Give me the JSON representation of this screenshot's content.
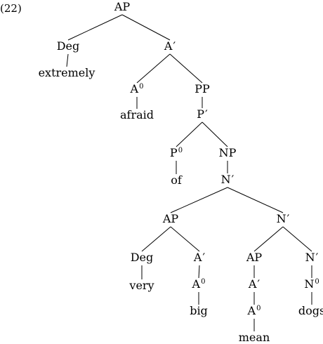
{
  "example_number": "(22)",
  "tree": {
    "nodes": [
      {
        "id": "ap_root",
        "cat": "AP"
      },
      {
        "id": "deg1",
        "cat": "Deg"
      },
      {
        "id": "extremely",
        "word": "extremely"
      },
      {
        "id": "abar1",
        "cat": "A",
        "bar": "′"
      },
      {
        "id": "a0_1",
        "cat": "A",
        "sup": "0"
      },
      {
        "id": "afraid",
        "word": "afraid"
      },
      {
        "id": "pp",
        "cat": "PP"
      },
      {
        "id": "pbar",
        "cat": "P",
        "bar": "′"
      },
      {
        "id": "p0",
        "cat": "P",
        "sup": "0"
      },
      {
        "id": "of",
        "word": "of"
      },
      {
        "id": "np",
        "cat": "NP"
      },
      {
        "id": "nbar1",
        "cat": "N",
        "bar": "′"
      },
      {
        "id": "ap2",
        "cat": "AP"
      },
      {
        "id": "nbar2",
        "cat": "N",
        "bar": "′"
      },
      {
        "id": "deg2",
        "cat": "Deg"
      },
      {
        "id": "very",
        "word": "very"
      },
      {
        "id": "abar2",
        "cat": "A",
        "bar": "′"
      },
      {
        "id": "a0_2",
        "cat": "A",
        "sup": "0"
      },
      {
        "id": "big",
        "word": "big"
      },
      {
        "id": "ap3",
        "cat": "AP"
      },
      {
        "id": "abar3",
        "cat": "A",
        "bar": "′"
      },
      {
        "id": "a0_3",
        "cat": "A",
        "sup": "0"
      },
      {
        "id": "mean",
        "word": "mean"
      },
      {
        "id": "nbar3",
        "cat": "N",
        "bar": "′"
      },
      {
        "id": "n0",
        "cat": "N",
        "sup": "0"
      },
      {
        "id": "dogs",
        "word": "dogs"
      }
    ],
    "edges": [
      [
        "ap_root",
        "deg1"
      ],
      [
        "ap_root",
        "abar1"
      ],
      [
        "deg1",
        "extremely"
      ],
      [
        "abar1",
        "a0_1"
      ],
      [
        "abar1",
        "pp"
      ],
      [
        "a0_1",
        "afraid"
      ],
      [
        "pp",
        "pbar"
      ],
      [
        "pbar",
        "p0"
      ],
      [
        "pbar",
        "np"
      ],
      [
        "p0",
        "of"
      ],
      [
        "np",
        "nbar1"
      ],
      [
        "nbar1",
        "ap2"
      ],
      [
        "nbar1",
        "nbar2"
      ],
      [
        "ap2",
        "deg2"
      ],
      [
        "ap2",
        "abar2"
      ],
      [
        "deg2",
        "very"
      ],
      [
        "abar2",
        "a0_2"
      ],
      [
        "a0_2",
        "big"
      ],
      [
        "nbar2",
        "ap3"
      ],
      [
        "nbar2",
        "nbar3"
      ],
      [
        "ap3",
        "abar3"
      ],
      [
        "abar3",
        "a0_3"
      ],
      [
        "a0_3",
        "mean"
      ],
      [
        "nbar3",
        "n0"
      ],
      [
        "n0",
        "dogs"
      ]
    ]
  }
}
